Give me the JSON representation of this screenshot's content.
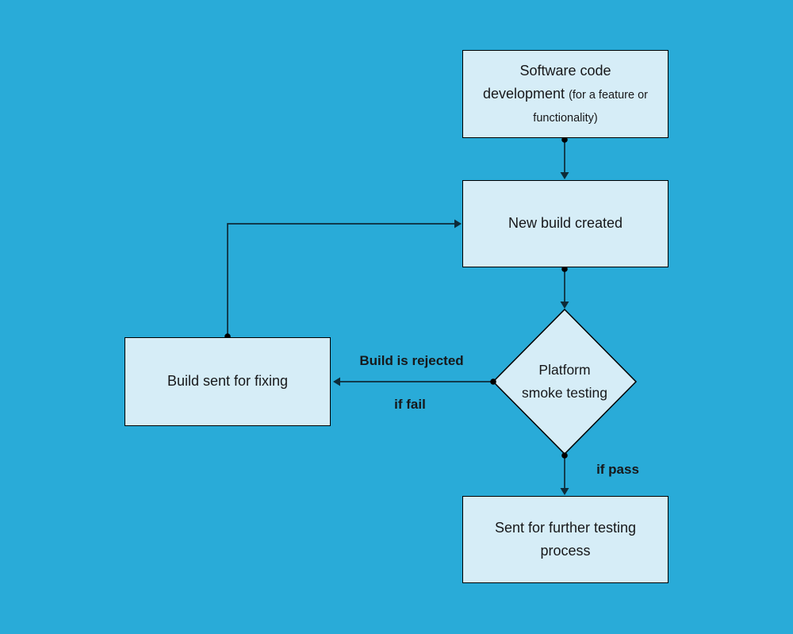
{
  "colors": {
    "background": "#29abd8",
    "node_fill": "#d6edf7",
    "node_border": "#000000",
    "connector": "#0e2b38",
    "text": "#17181a"
  },
  "nodes": {
    "dev": {
      "label_main": "Software code development ",
      "label_note": "(for a feature or functionality)"
    },
    "build": {
      "label": "New build created"
    },
    "smoke": {
      "label": "Platform smoke testing"
    },
    "fixing": {
      "label": "Build sent for fixing"
    },
    "further": {
      "label": "Sent for further testing process"
    }
  },
  "edge_labels": {
    "rejected": "Build is rejected",
    "fail": "if fail",
    "pass": "if pass"
  }
}
